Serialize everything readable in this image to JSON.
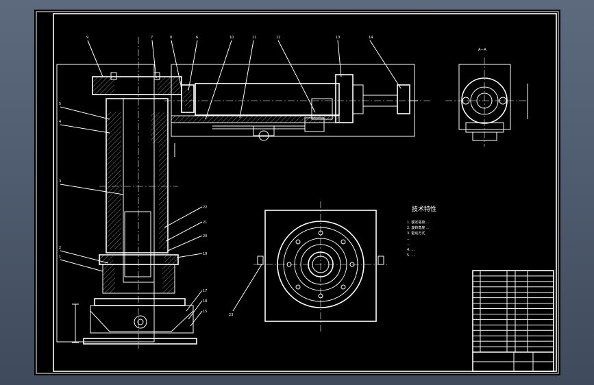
{
  "drawing": {
    "section_label": "A—A",
    "tech_title": "技术特性",
    "tech_notes": [
      "1. 额定载荷 ...",
      "2. 旋转角度 ...",
      "3. 驱动方式",
      "   ...",
      "   ...",
      "4. ...",
      "5. ..."
    ],
    "part_labels_top": [
      "9",
      "7",
      "8",
      "6",
      "10",
      "11",
      "12",
      "13",
      "14"
    ],
    "part_labels_left": [
      "5",
      "4",
      "3",
      "2",
      "1"
    ],
    "part_labels_right": [
      "22",
      "21",
      "20",
      "19",
      "17",
      "18",
      "15"
    ],
    "plan_label": "23",
    "title_block_rows": 15
  },
  "colors": {
    "background": "#000000",
    "line": "#ffffff",
    "frame": "#50607a"
  }
}
